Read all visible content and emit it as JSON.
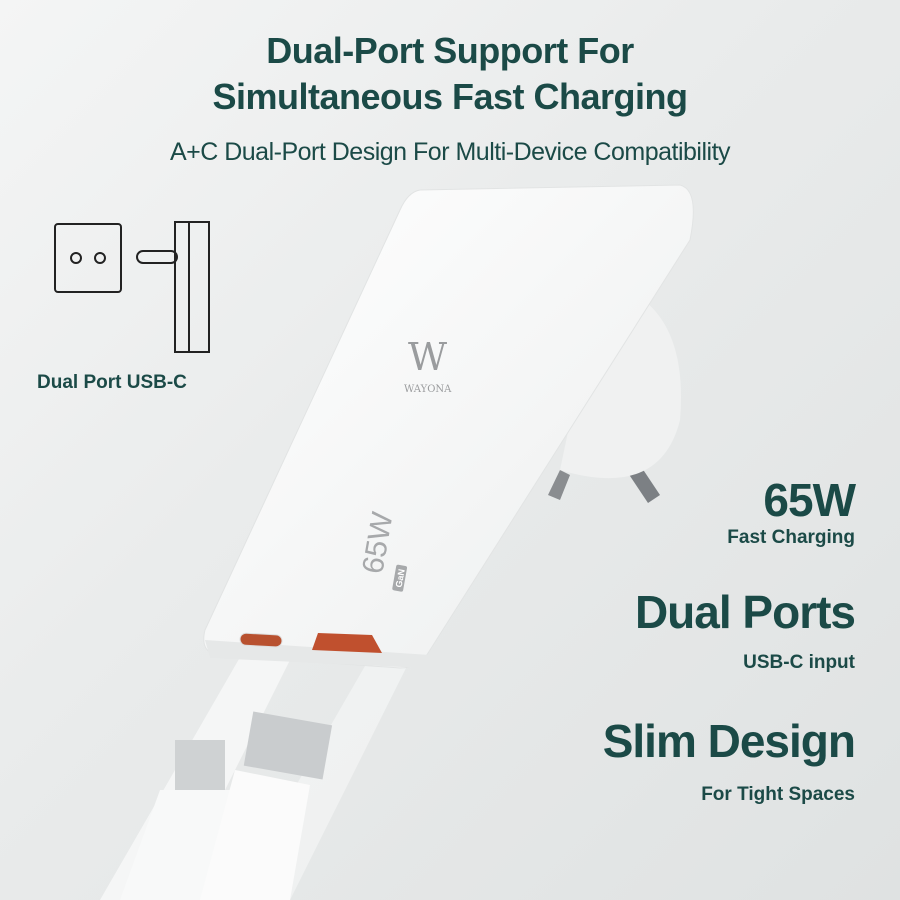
{
  "header": {
    "title_line1": "Dual-Port Support For",
    "title_line2": "Simultaneous Fast Charging",
    "subtitle": "A+C Dual-Port Design For Multi-Device Compatibility"
  },
  "plug_icon": {
    "label": "Dual Port USB-C"
  },
  "features": [
    {
      "title": "65W",
      "caption": "Fast Charging"
    },
    {
      "title": "Dual Ports",
      "caption": "USB-C input"
    },
    {
      "title": "Slim Design",
      "caption": "For Tight Spaces"
    }
  ],
  "product": {
    "brand": "WAYONA",
    "rating": "65W",
    "badge": "GaN"
  },
  "colors": {
    "text": "#1b4a47",
    "port_orange": "#c0502e"
  }
}
